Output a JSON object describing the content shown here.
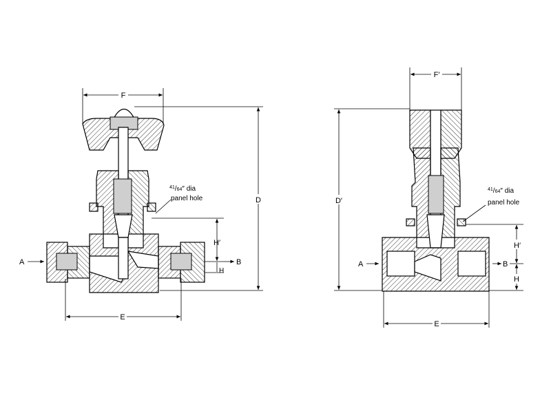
{
  "left_view": {
    "dimensions": {
      "F": "F",
      "D": "D",
      "E": "E",
      "H_prime": "H′",
      "H": "H"
    },
    "ports": {
      "A": "A",
      "B": "B"
    },
    "panel_note": {
      "numerator": "41",
      "denominator": "64",
      "suffix": "″ dia",
      "line2": "panel hole"
    }
  },
  "right_view": {
    "dimensions": {
      "F": "F′",
      "D": "D′",
      "E": "E",
      "H_prime": "H′",
      "H": "H"
    },
    "ports": {
      "A": "A",
      "B": "B"
    },
    "panel_note": {
      "numerator": "41",
      "denominator": "64",
      "suffix": "″ dia",
      "line2": "panel hole"
    }
  }
}
